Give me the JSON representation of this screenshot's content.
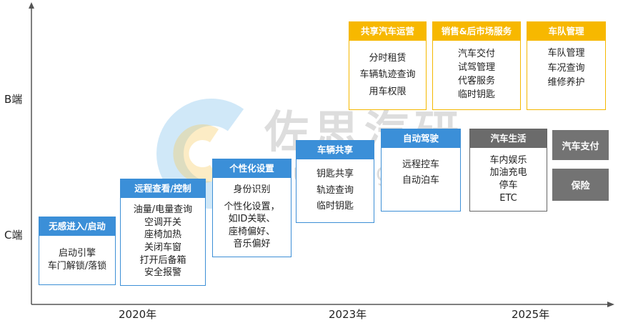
{
  "axes": {
    "y_labels": [
      "B端",
      "C端"
    ],
    "x_labels": [
      "2020年",
      "2023年",
      "2025年"
    ]
  },
  "watermark": {
    "text": "佐思汽研",
    "url": "shujubang.com"
  },
  "cards": {
    "wugan": {
      "title": "无感进入/启动",
      "items": [
        "启动引擎",
        "车门解锁/落锁"
      ]
    },
    "yuancheng": {
      "title": "远程查看/控制",
      "items": [
        "油量/电量查询",
        "空调开关",
        "座椅加热",
        "关闭车窗",
        "打开后备箱",
        "安全报警"
      ]
    },
    "gexinghua": {
      "title": "个性化设置",
      "items": [
        "身份识别",
        "个性化设置，",
        "如ID关联、",
        "座椅偏好、",
        "音乐偏好"
      ]
    },
    "gongxiang": {
      "title": "车辆共享",
      "items": [
        "钥匙共享",
        "轨迹查询",
        "临时钥匙"
      ]
    },
    "zidong": {
      "title": "自动驾驶",
      "items": [
        "远程控车",
        "自动泊车"
      ]
    },
    "shenghuo": {
      "title": "汽车生活",
      "items": [
        "车内娱乐",
        "加油充电",
        "停车",
        "ETC"
      ]
    },
    "yunying": {
      "title": "共享汽车运营",
      "items": [
        "分时租赁",
        "车辆轨迹查询",
        "用车权限"
      ]
    },
    "shichang": {
      "title": "销售&后市场服务",
      "items": [
        "汽车交付",
        "试驾管理",
        "代客服务",
        "临时钥匙"
      ]
    },
    "chedui": {
      "title": "车队管理",
      "items": [
        "车队管理",
        "车况查询",
        "维修养护"
      ]
    }
  },
  "pills": {
    "zhifu": "汽车支付",
    "baoxian": "保险"
  }
}
